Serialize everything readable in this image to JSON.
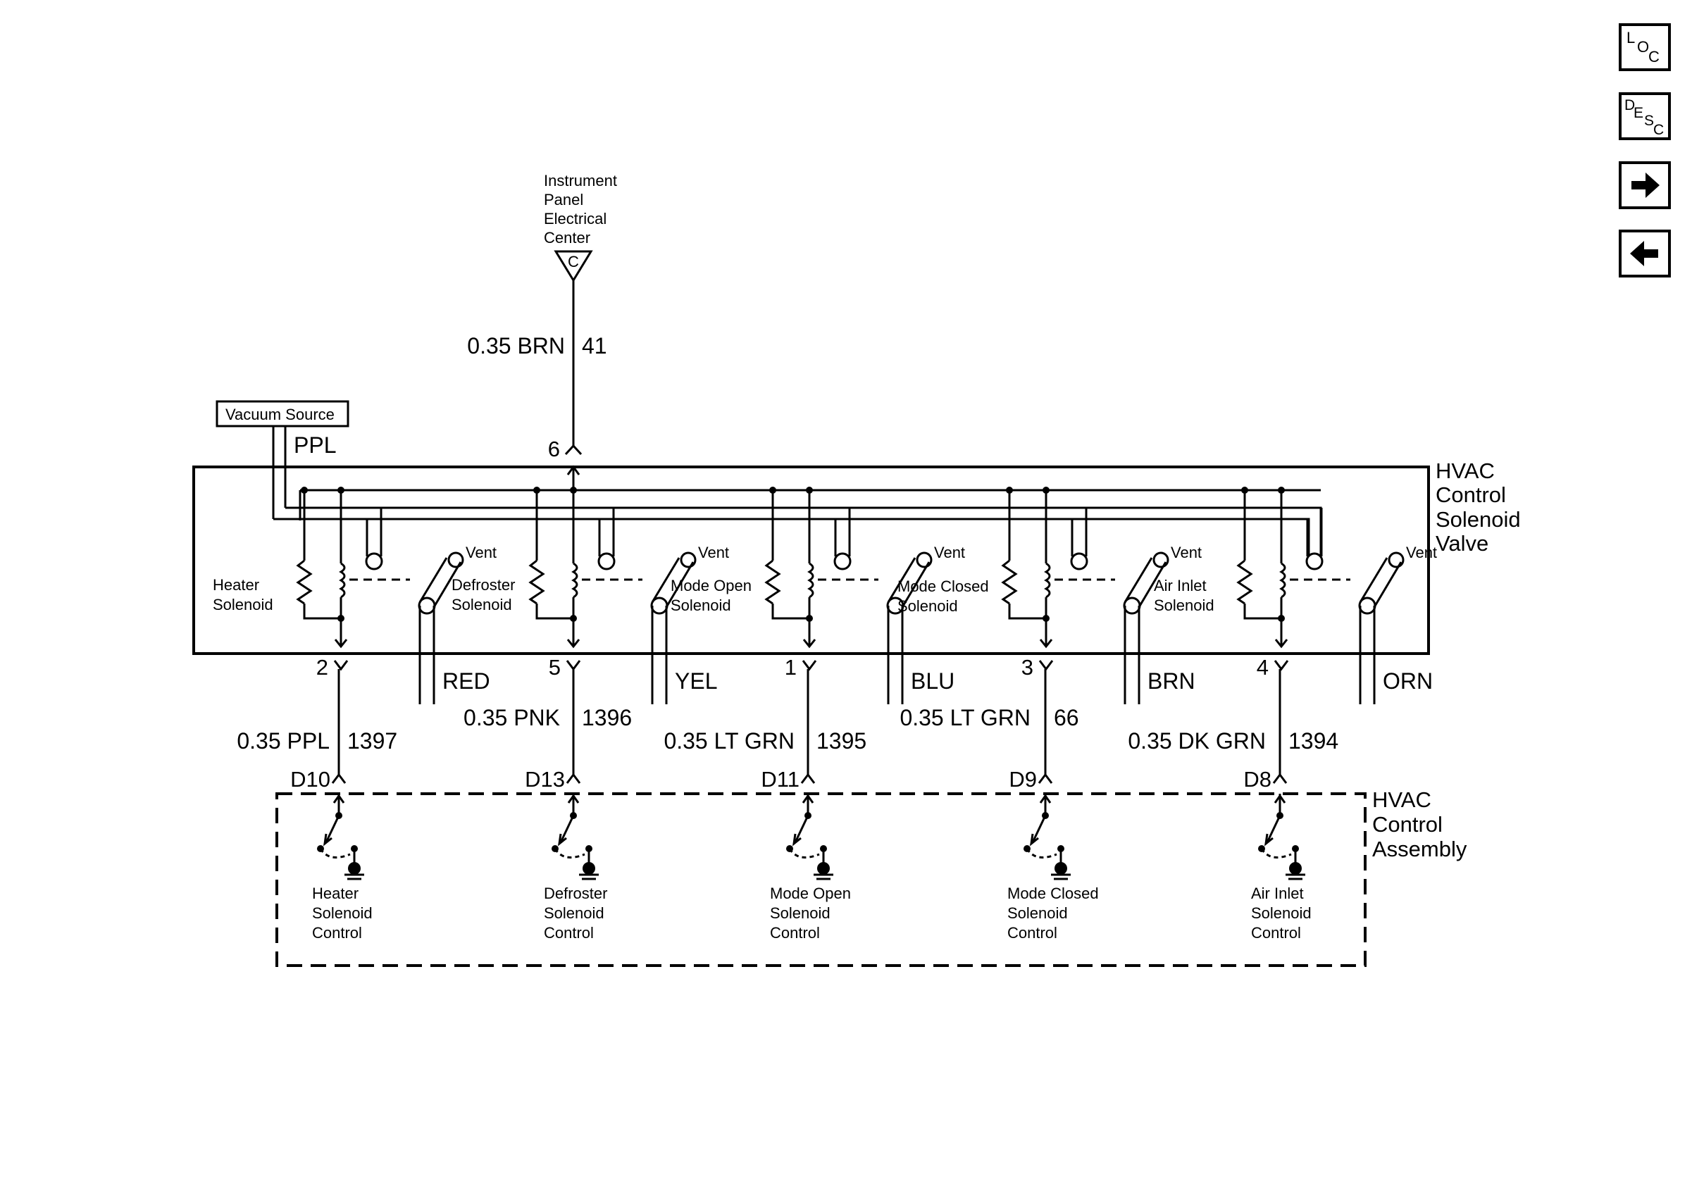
{
  "nav": {
    "loc": [
      "L",
      "O",
      "C"
    ],
    "desc": [
      "D",
      "E",
      "S",
      "C"
    ],
    "forward": "forward-arrow",
    "back": "back-arrow"
  },
  "source": {
    "lines": [
      "Instrument",
      "Panel",
      "Electrical",
      "Center"
    ],
    "connector": "C",
    "wire": "0.35 BRN",
    "circuit": "41",
    "pin": "6"
  },
  "vacuum": {
    "label": "Vacuum Source",
    "hose": "PPL"
  },
  "valve": {
    "lines": [
      "HVAC",
      "Control",
      "Solenoid",
      "Valve"
    ]
  },
  "assembly": {
    "lines": [
      "HVAC",
      "Control",
      "Assembly"
    ]
  },
  "vent_label": "Vent",
  "solenoids": [
    {
      "label": [
        "Heater",
        "Solenoid"
      ],
      "pin": "2",
      "hose": "RED",
      "wire": "0.35 PPL",
      "circuit": "1397",
      "term": "D10",
      "control": [
        "Heater",
        "Solenoid",
        "Control"
      ]
    },
    {
      "label": [
        "Defroster",
        "Solenoid"
      ],
      "pin": "5",
      "hose": "YEL",
      "wire": "0.35 PNK",
      "circuit": "1396",
      "term": "D13",
      "control": [
        "Defroster",
        "Solenoid",
        "Control"
      ]
    },
    {
      "label": [
        "Mode Open",
        "Solenoid"
      ],
      "pin": "1",
      "hose": "BLU",
      "wire": "0.35 LT GRN",
      "circuit": "1395",
      "term": "D11",
      "control": [
        "Mode Open",
        "Solenoid",
        "Control"
      ]
    },
    {
      "label": [
        "Mode Closed",
        "Solenoid"
      ],
      "pin": "3",
      "hose": "BRN",
      "wire": "0.35 LT GRN",
      "circuit": "66",
      "term": "D9",
      "control": [
        "Mode Closed",
        "Solenoid",
        "Control"
      ]
    },
    {
      "label": [
        "Air Inlet",
        "Solenoid"
      ],
      "pin": "4",
      "hose": "ORN",
      "wire": "0.35 DK GRN",
      "circuit": "1394",
      "term": "D8",
      "control": [
        "Air Inlet",
        "Solenoid",
        "Control"
      ]
    }
  ]
}
